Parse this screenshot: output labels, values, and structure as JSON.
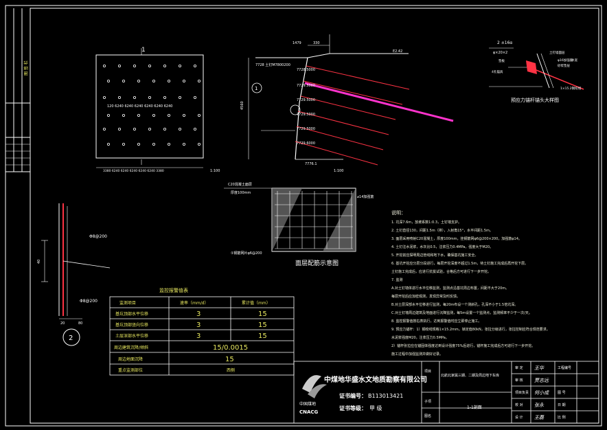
{
  "colors": {
    "background": "#000000",
    "frame": "#ffffff",
    "bolt": "#ff3344",
    "bolt_highlight": "#ff33cc",
    "table_text": "#e8e860",
    "note_text": "#f2f2e0",
    "cyan": "#33e0ff"
  },
  "sheet": {
    "side_strip_text": "图 签 栏"
  },
  "elevation": {
    "label": "1",
    "dims_top": "120 6240 6240 6240 6240 6240 6240",
    "dims_bottom": "3380 6240 6240 6240 6240 6240 3380",
    "scale": "1:100"
  },
  "section": {
    "top_dims": [
      "1479",
      "330"
    ],
    "offset_label": "E2.42",
    "circle_label": "1",
    "height_dim": "4560",
    "elev_labels": [
      "7728.5000",
      "7729.5000",
      "7729.5000",
      "7729.5000",
      "7729.5000",
      "7729.6000"
    ],
    "left_note": "7728 土钉M7800200",
    "base_label": "7776.1",
    "scale": "1:100"
  },
  "anchor_detail": {
    "title": "预应力锚杆锚头大样图",
    "top_label": "2 ±16α",
    "sub_label": "φ×20×2",
    "left_labels": [
      "垫板",
      "4孔锚具"
    ],
    "right_labels": [
      "土钉墙面层",
      "φ16加强筋",
      "水泥",
      "砂浆垫层",
      "1×15.2钢绞线"
    ]
  },
  "mesh_detail": {
    "title": "面层配筋示意图",
    "top_label": "C20混凝土面层",
    "thickness": "厚度100mm",
    "right_label": "⌀14加强筋",
    "bottom_label": "①钢筋网片φ6@200"
  },
  "wall_section": {
    "upper_label": "Φ8@200",
    "lower_label": "Φ8@200",
    "dim_label": "40",
    "bottom_dims": [
      "20",
      "80"
    ],
    "circle_label": "2"
  },
  "monitor_table": {
    "title": "监控报警值表",
    "headers": [
      "监测项目",
      "速率（mm/d）",
      "累计值（mm）"
    ],
    "rows": [
      {
        "item": "基坑顶部水平位移",
        "rate": "3",
        "total": "15"
      },
      {
        "item": "基坑顶部竖向位移",
        "rate": "3",
        "total": "15"
      },
      {
        "item": "土层深部水平位移",
        "rate": "3",
        "total": "15"
      },
      {
        "item": "周边建筑沉降/倾斜",
        "merged": "15/0.0015"
      },
      {
        "item": "周边地面沉降",
        "merged": "15"
      },
      {
        "item": "重点监测部位",
        "merged": "西侧"
      }
    ]
  },
  "notes": {
    "title": "说明：",
    "lines": [
      "1. 坑深7.6m，放坡系数1:0.3，土钉墙支护。",
      "2. 土钉直径130，间距1.5m（排），入射角15°，水平间距1.5m。",
      "3. 面层采用喷射C20混凝土，厚度100mm，挂钢筋网φ6@200×200，加强筋φ14。",
      "4. 土钉注水泥浆，水灰比0.5，注浆压力0.4MPa，强度大于M20。",
      "5. 开挖前应探明周边管线和地下水，确保基坑施工安全。",
      "6. 基坑开挖应分层分段进行，每层开挖深度不超过1.5m，待土钉施工完成后再开挖下层。",
      "   土钉施工完成后，应进行抗拔试验，合格后方可进行下一步开挖。",
      "7. 监测",
      "A.对土钉墙体进行水平位移监测，监测点沿基坑周边布置，间距不大于20m。",
      "  每层开挖后应加密观测，发现异常及时反馈。",
      "B.对土层深部水平位移进行监测，每20m布设一个测斜孔，孔深不小于1.5倍坑深。",
      "C.对土钉墙周边建筑及地面进行沉降监测，每5m设置一个监测点，监测频率不少于一次/天。",
      "8. 监控报警值按右表执行，达到报警值时应立即停止施工。",
      "9. 预应力锚杆：1）钢绞线规格1×15.2mm，锁定值80kN，张拉分级进行，张拉控制应符合规范要求。",
      "   水泥浆强度M20，注浆压力0.5MPa。",
      "2）锚杆张拉应在锚固体强度达到设计强度75%后进行，锚杆施工完成后方可进行下一步开挖。",
      "   施工过程中加强监测并做好记录。"
    ]
  },
  "title_block": {
    "company_name": "中煤地华盛水文地质勘察有限公司",
    "logo_cn": "中国煤地",
    "logo_en": "CNACG",
    "cert_label": "证书编号：",
    "cert_value": "B113013421",
    "grade_label": "证书等级：",
    "grade_value": "甲  级",
    "project_label": "项目",
    "project_value": "北航北家属三期、二期及周边地下车库",
    "subproject_label": "子项",
    "drawing_label": "图名",
    "drawing_value": "1-1剖面",
    "roles": [
      "审 定",
      "审 核",
      "项目负责",
      "校 对",
      "设 计"
    ],
    "signatures": [
      "王华",
      "贾志远",
      "何小成",
      "张永",
      "王磊"
    ],
    "right_labels": [
      "工程编号",
      "",
      "图 号",
      "日 期",
      "比 例"
    ]
  }
}
